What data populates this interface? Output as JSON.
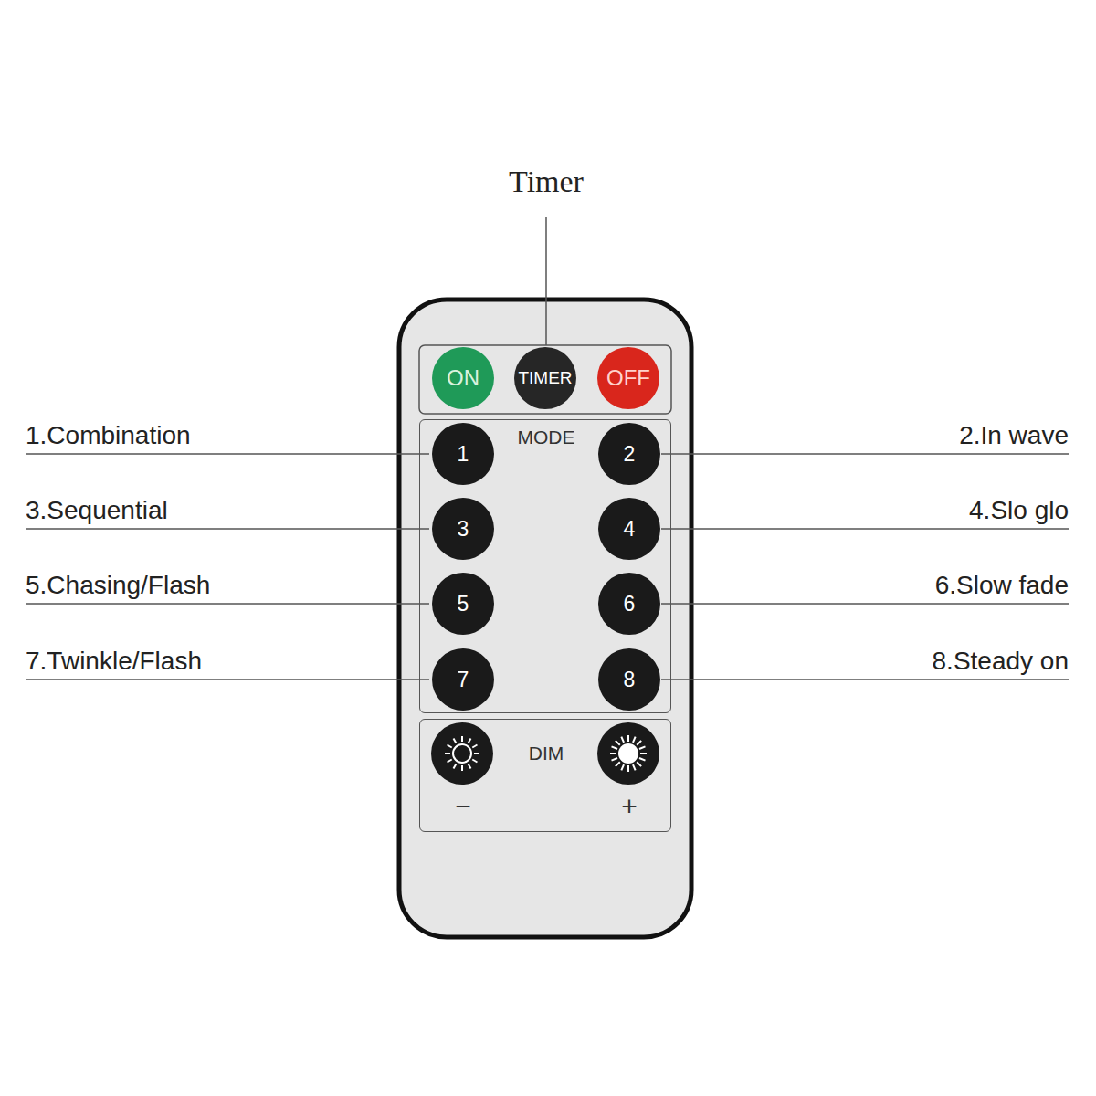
{
  "diagram": {
    "nodes": [
      {
        "text": [
          "ON"
        ]
      },
      {
        "text": [
          "TIMER"
        ]
      },
      {
        "text": [
          "OFF"
        ]
      },
      {
        "text": [
          "MODE"
        ]
      },
      {
        "text": [
          "1"
        ],
        "in": 3
      },
      {
        "text": [
          "2"
        ],
        "in": 3
      },
      {
        "text": [
          "3"
        ],
        "in": 3
      },
      {
        "text": [
          "4"
        ],
        "in": 3
      },
      {
        "text": [
          "5"
        ],
        "in": 3
      },
      {
        "text": [
          "6"
        ],
        "in": 3
      },
      {
        "text": [
          "7"
        ],
        "in": 3
      },
      {
        "text": [
          "8"
        ],
        "in": 3
      },
      {
        "text": [
          "DIM",
          "−",
          "+"
        ]
      }
    ],
    "labels": [
      "Timer",
      "1.Combination",
      "2.In wave",
      "3.Sequential",
      "4.Slo glo",
      "5.Chasing/Flash",
      "6.Slow fade",
      "7.Twinkle/Flash",
      "8.Steady on"
    ]
  }
}
